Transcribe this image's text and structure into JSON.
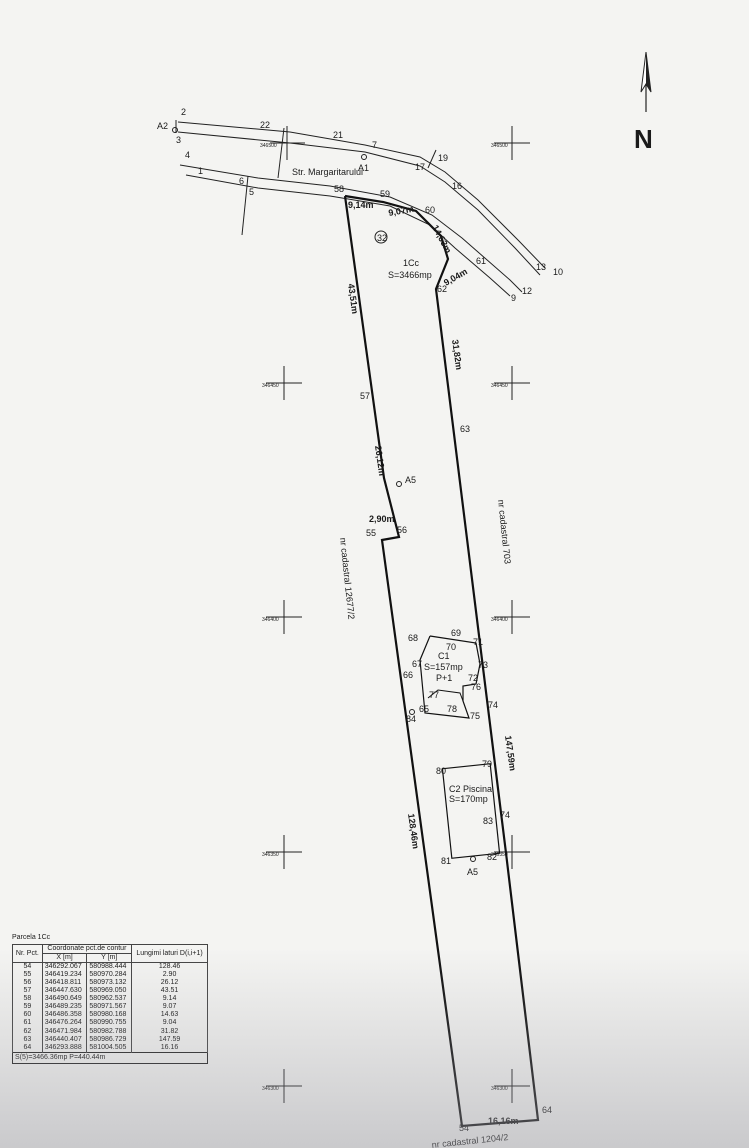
{
  "north": "N",
  "street": "Str. Margaritarului",
  "parcel": {
    "circle_no": "32",
    "name": "1Cc",
    "area": "S=3466mp"
  },
  "buildings": {
    "c1": {
      "name": "C1",
      "area": "S=157mp",
      "floors": "P+1"
    },
    "c2": {
      "name": "C2 Piscina",
      "area": "S=170mp"
    }
  },
  "neighbours": {
    "east": "nr cadastral 703",
    "west": "nr cadastral 12677/2",
    "south": "nr cadastral 1204/2"
  },
  "lengths": {
    "l58_59": "9,14m",
    "l59_60": "9,07m",
    "l60_61": "14,63m",
    "l61_62": "9,04m",
    "l57_58": "43,51m",
    "l62_63": "31,82m",
    "l56_57": "26,12m",
    "l55_56": "2,90m",
    "l63_64": "147,59m",
    "l54_55": "128,46m",
    "l54_64": "16,16m"
  },
  "points": {
    "p1": "1",
    "p2": "2",
    "p3": "3",
    "p4": "4",
    "p5": "5",
    "p6": "6",
    "p7": "7",
    "p9": "9",
    "p10": "10",
    "p12": "12",
    "p13": "13",
    "p16": "16",
    "p17": "17",
    "p19": "19",
    "p21": "21",
    "p22": "22",
    "p54": "54",
    "p55": "55",
    "p56": "56",
    "p57": "57",
    "p58": "58",
    "p59": "59",
    "p60": "60",
    "p61": "61",
    "p62": "62",
    "p63": "63",
    "p64": "64",
    "p65": "65",
    "p66": "66",
    "p67": "67",
    "p68": "68",
    "p69": "69",
    "p70": "70",
    "p71": "71",
    "p72": "72",
    "p73": "73",
    "p74": "74",
    "p75": "75",
    "p76": "76",
    "p77": "77",
    "p78": "78",
    "p79": "79",
    "p80": "80",
    "p81": "81",
    "p82": "82",
    "p83": "83",
    "p84": "84",
    "a1": "A1",
    "a2": "A2",
    "a5": "A5",
    "a5b": "A5"
  },
  "grid_labels": {
    "g1": "346500",
    "g2": "346500",
    "g3": "346450",
    "g4": "346450",
    "g5": "346400",
    "g6": "346400",
    "g7": "346350",
    "g8": "346350",
    "g9": "346300",
    "g10": "346300"
  },
  "coord_table": {
    "title": "Parcela 1Cc",
    "headers": {
      "nr": "Nr. Pct.",
      "coords": "Coordonate pct.de contur",
      "x": "X [m]",
      "y": "Y [m]",
      "len": "Lungimi laturi D(i,i+1)"
    },
    "rows": [
      [
        "54",
        "346292.067",
        "580988.444",
        "128.46"
      ],
      [
        "55",
        "346419.234",
        "580970.284",
        "2.90"
      ],
      [
        "56",
        "346418.811",
        "580973.132",
        "26.12"
      ],
      [
        "57",
        "346447.630",
        "580969.050",
        "43.51"
      ],
      [
        "58",
        "346490.649",
        "580962.537",
        "9.14"
      ],
      [
        "59",
        "346489.235",
        "580971.567",
        "9.07"
      ],
      [
        "60",
        "346486.358",
        "580980.168",
        "14.63"
      ],
      [
        "61",
        "346476.264",
        "580990.755",
        "9.04"
      ],
      [
        "62",
        "346471.984",
        "580982.788",
        "31.82"
      ],
      [
        "63",
        "346440.407",
        "580986.729",
        "147.59"
      ],
      [
        "64",
        "346293.888",
        "581004.505",
        "16.16"
      ]
    ],
    "summary": "S(5)=3466.36mp  P=440.44m"
  }
}
